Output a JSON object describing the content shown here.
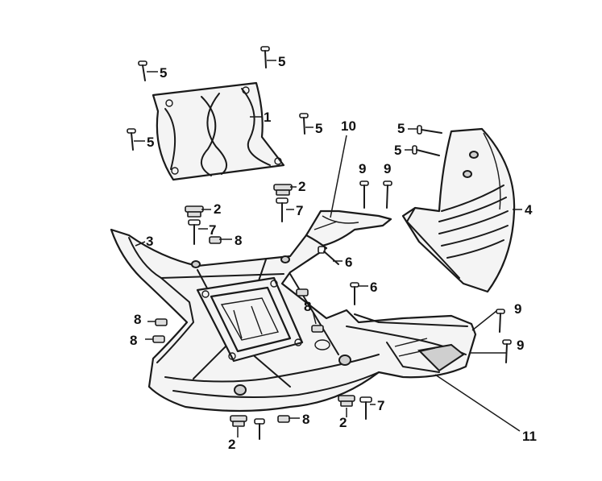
{
  "callouts": {
    "p1": "1",
    "p2a": "2",
    "p2b": "2",
    "p2c": "2",
    "p2d": "2",
    "p3": "3",
    "p4": "4",
    "p5a": "5",
    "p5b": "5",
    "p5c": "5",
    "p5d": "5",
    "p5e": "5",
    "p5f": "5",
    "p6a": "6",
    "p6b": "6",
    "p7a": "7",
    "p7b": "7",
    "p7c": "7",
    "p8a": "8",
    "p8b": "8",
    "p8c": "8",
    "p8d": "8",
    "p8e": "8",
    "p9a": "9",
    "p9b": "9",
    "p9c": "9",
    "p9d": "9",
    "p10": "10",
    "p11": "11"
  },
  "colors": {
    "ink": "#1a1a1a",
    "paper": "#ffffff"
  }
}
